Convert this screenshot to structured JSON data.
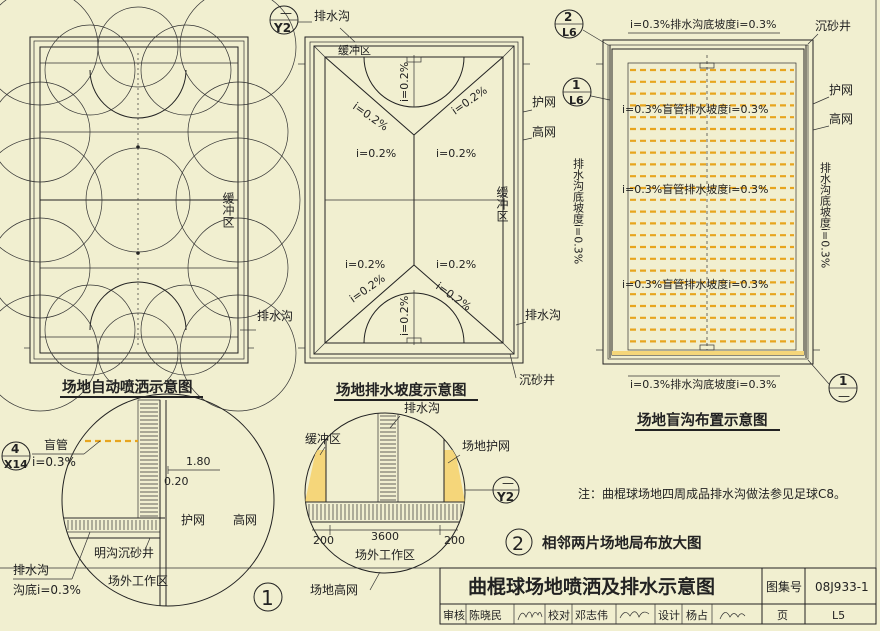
{
  "captions": {
    "sprinkler": "场地自动喷洒示意图",
    "slope": "场地排水坡度示意图",
    "blind_ditch": "场地盲沟布置示意图",
    "detail2": "相邻两片场地局布放大图"
  },
  "callouts": {
    "y2_top": "Y2",
    "y2_top_num": "—",
    "y2_mid": "Y2",
    "y2_mid_num": "—",
    "c1_num": "1",
    "c1_ref": "L6",
    "c2_num": "2",
    "c2_ref": "L6",
    "c4_num": "4",
    "c4_ref": "X14",
    "c1b_num": "1",
    "c1b_ref": "—",
    "detail1_num": "1",
    "detail2_num": "2"
  },
  "labels": {
    "buffer_v": "缓冲区",
    "drain_ditch": "排水沟",
    "buffer_top": "缓冲区",
    "guard_net": "护网",
    "high_net": "高网",
    "buffer_v2": "缓冲区",
    "drain_ditch2": "排水沟",
    "sand_well": "沉砂井",
    "slope_i": "i=0.2%",
    "r_sand_well": "沉砂井",
    "r_guard_net": "护网",
    "r_high_net": "高网",
    "r_top_slope": "i=0.3%排水沟底坡度i=0.3%",
    "r_bottom_slope": "i=0.3%排水沟底坡度i=0.3%",
    "r_blind_slope": "i=0.3%盲管排水坡度i=0.3%",
    "r_left_vertical": "排水沟底坡度i=0.3%",
    "r_right_vertical": "排水沟底坡度i=0.3%",
    "d1_blind_pipe": "盲管",
    "d1_blind_slope": "i=0.3%",
    "d1_dim1": "1.80",
    "d1_dim2": "0.20",
    "d1_guard": "护网",
    "d1_high": "高网",
    "d1_open_ditch": "明沟沉砂井",
    "d1_drain": "排水沟",
    "d1_drain_bottom": "沟底i=0.3%",
    "d1_outside": "场外工作区",
    "d2_ditch": "排水沟",
    "d2_buffer": "缓冲区",
    "d2_site_net": "场地护网",
    "d2_dim_mid": "3600",
    "d2_dim_l": "200",
    "d2_dim_r": "200",
    "d2_outside": "场外工作区",
    "d2_high_net": "场地高网"
  },
  "note": "注：曲棍球场地四周成品排水沟做法参见足球C8。",
  "title_block": {
    "title": "曲棍球场地喷洒及排水示意图",
    "atlas_label": "图集号",
    "atlas_no": "08J933-1",
    "review": "审核",
    "reviewer": "陈晓民",
    "check": "校对",
    "checker": "邓志伟",
    "design": "设计",
    "designer": "杨占",
    "page_label": "页",
    "page_no": "L5"
  },
  "colors": {
    "background": "#f1efd0",
    "line": "#222222",
    "blind_pipe": "#e7a51f",
    "buffer_fill": "#f5d67a"
  }
}
